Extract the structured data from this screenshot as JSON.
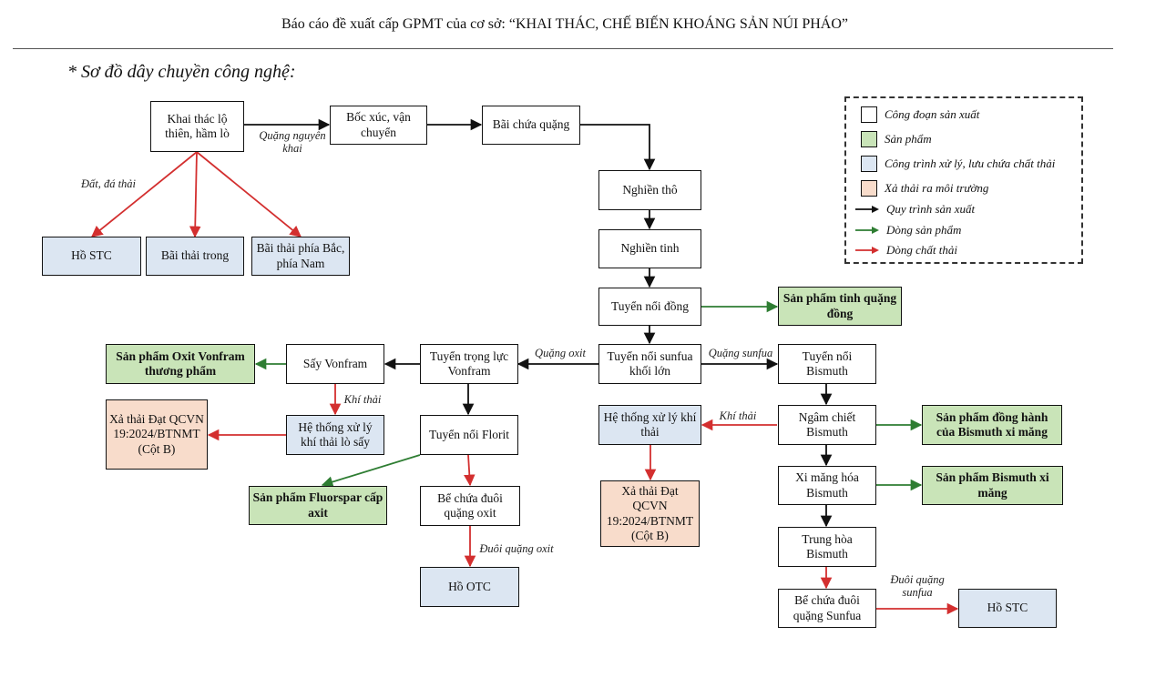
{
  "header": "Báo cáo đề xuất cấp GPMT của cơ sở: “KHAI THÁC, CHẾ BIẾN KHOÁNG SẢN NÚI PHÁO”",
  "section_title": "* Sơ đồ dây chuyền công nghệ:",
  "colors": {
    "product": "#c9e4b8",
    "treatment": "#dce6f2",
    "emission": "#f8dccb",
    "process_arrow": "#111111",
    "product_arrow": "#2e7d32",
    "waste_arrow": "#d32f2f"
  },
  "nodes": {
    "khai_thac": "Khai thác lộ thiên, hầm lò",
    "boc_xuc": "Bốc xúc, vận chuyển",
    "bai_chua": "Bãi chứa quặng",
    "ho_stc_top": "Hồ STC",
    "bai_thai_trong": "Bãi thải trong",
    "bai_thai_phia": "Bãi thải phía Bắc, phía Nam",
    "nghien_tho": "Nghiền thô",
    "nghien_tinh": "Nghiền tinh",
    "tuyen_noi_dong": "Tuyển nổi đồng",
    "sp_tinh_quang_dong": "Sản phẩm tinh quặng đồng",
    "tuyen_noi_sunfua": "Tuyển nổi sunfua khối lớn",
    "tuyen_trong_luc": "Tuyển trọng lực Vonfram",
    "say_vonfram": "Sấy Vonfram",
    "sp_oxit_vonfram": "Sản phẩm Oxit Vonfram thương phẩm",
    "he_thong_lo_say": "Hệ thống xử lý khí thải lò sấy",
    "xa_thai_left": "Xả thải Đạt QCVN 19:2024/BTNMT (Cột B)",
    "tuyen_noi_florit": "Tuyển nổi Florit",
    "sp_fluorspar": "Sản phẩm Fluorspar cấp axit",
    "be_chua_oxit": "Bể chứa đuôi quặng oxit",
    "ho_otc": "Hồ OTC",
    "tuyen_noi_bismuth": "Tuyển nổi Bismuth",
    "ngam_chiet": "Ngâm chiết Bismuth",
    "sp_dong_hanh": "Sản phẩm đồng hành của Bismuth xi măng",
    "he_thong_khi_thai": "Hệ thống xử lý khí thải",
    "xa_thai_mid": "Xả thải Đạt QCVN 19:2024/BTNMT (Cột B)",
    "xi_mang_hoa": "Xi măng hóa Bismuth",
    "sp_bismuth_xi_mang": "Sản phẩm Bismuth xi măng",
    "trung_hoa": "Trung hòa Bismuth",
    "be_chua_sunfua": "Bể chứa đuôi quặng Sunfua",
    "ho_stc_bottom": "Hồ STC"
  },
  "labels": {
    "quang_nguyen_khai": "Quặng nguyên khai",
    "dat_da_thai": "Đất, đá thải",
    "quang_oxit": "Quặng oxit",
    "quang_sunfua": "Quặng sunfua",
    "khi_thai_left": "Khí thải",
    "khi_thai_mid": "Khí thải",
    "duoi_quang_oxit": "Đuôi quặng oxit",
    "duoi_quang_sunfua": "Đuôi quặng sunfua"
  },
  "legend": {
    "cong_doan": "Công đoạn sản xuất",
    "san_pham": "Sản phẩm",
    "cong_trinh": "Công trình xử lý, lưu chứa chất thải",
    "xa_thai": "Xả thải ra môi trường",
    "quy_trinh": "Quy trình sản xuất",
    "dong_san_pham": "Dòng sản phẩm",
    "dong_chat_thai": "Dòng chất thải"
  }
}
